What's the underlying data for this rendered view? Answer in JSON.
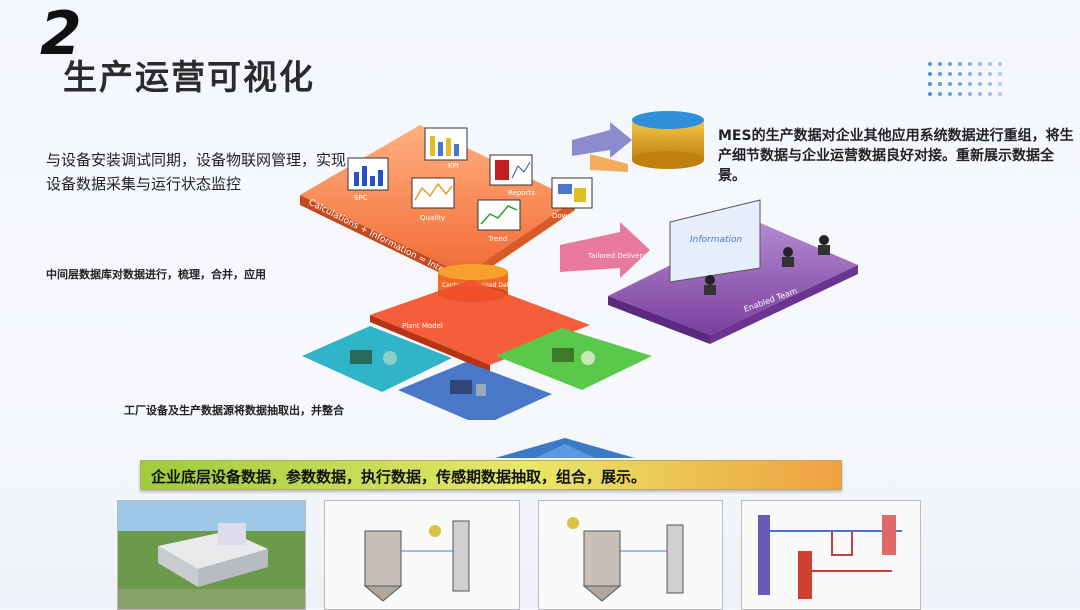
{
  "slide": {
    "number": "2",
    "title": "生产运营可视化"
  },
  "texts": {
    "desc_top": "与设备安装调试同期，设备物联网管理，实现设备数据采集与运行状态监控",
    "desc_middle": "中间层数据库对数据进行，梳理，合并，应用",
    "desc_bottom": "工厂设备及生产数据源将数据抽取出，并整合",
    "mes_text": "MES的生产数据对企业其他应用系统数据进行重组，将生产细节数据与企业运营数据良好对接。重新展示数据全景。"
  },
  "diagram": {
    "top_platform_label": "Calculations + Information = Intelligence",
    "panels": [
      "SPC",
      "KPI",
      "Quality",
      "Reports",
      "Trend",
      "Downtime"
    ],
    "center_cylinder_label": "Central Organized Data",
    "plant_model_label": "Plant Model",
    "tailored_delivery_label": "Tailored Delivery",
    "enabled_team_label": "Enabled Team",
    "screen_label": "Information",
    "colors": {
      "top_platform": "#f26a35",
      "purple_platform": "#7b3fa0",
      "teal_plant": "#32b4c8",
      "blue_plant": "#4a78c8",
      "green_plant": "#5ac84a",
      "gold_cylinder": "#e0a020"
    }
  },
  "banner": {
    "text": "企业底层设备数据，参数数据，执行数据，传感期数据抽取，组合，展示。"
  },
  "photos": [
    {
      "name": "factory-aerial"
    },
    {
      "name": "process-diagram-1"
    },
    {
      "name": "process-diagram-2"
    },
    {
      "name": "process-diagram-3"
    }
  ]
}
